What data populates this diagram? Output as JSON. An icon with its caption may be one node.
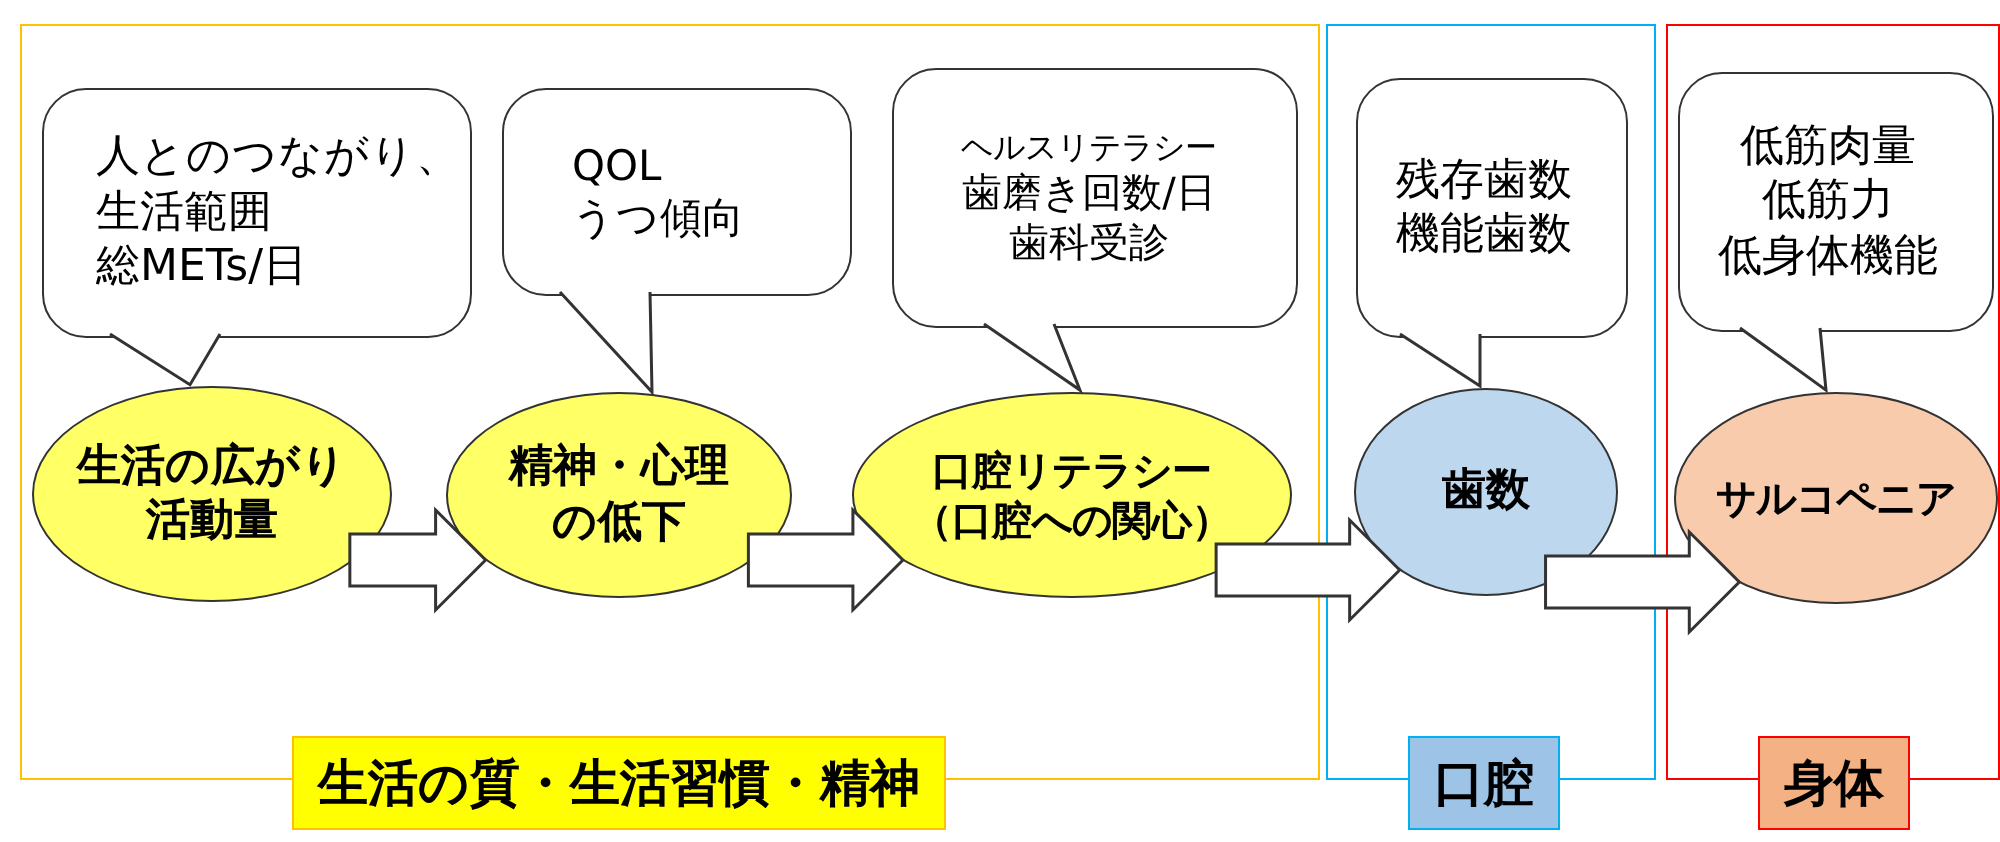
{
  "diagram": {
    "nodes": [
      {
        "text": [
          "生活の質・生活習慣・精神"
        ]
      },
      {
        "text": [
          "口腔"
        ]
      },
      {
        "text": [
          "身体"
        ]
      },
      {
        "text": [
          "人とのつながり、",
          "生活範囲",
          "総METs/日"
        ],
        "in": 0
      },
      {
        "text": [
          "生活の広がり",
          "活動量"
        ],
        "in": 0
      },
      {
        "text": [
          "QOL",
          "うつ傾向"
        ],
        "in": 0
      },
      {
        "text": [
          "精神・心理の低下"
        ],
        "in": 0
      },
      {
        "text": [
          "ヘルスリテラシー",
          "歯磨き回数/日",
          "歯科受診"
        ],
        "in": 0
      },
      {
        "text": [
          "口腔リテラシー（口腔への関心）"
        ],
        "in": 0
      },
      {
        "text": [
          "残存歯数",
          "機能歯数"
        ],
        "in": 1
      },
      {
        "text": [
          "歯数"
        ],
        "in": 1
      },
      {
        "text": [
          "低筋肉量",
          "低筋力",
          "低身体機能"
        ],
        "in": 2
      },
      {
        "text": [
          "サルコペニア"
        ],
        "in": 2
      }
    ],
    "edges": [
      {
        "from": 3,
        "to": 4,
        "arrow": "to"
      },
      {
        "from": 5,
        "to": 6,
        "arrow": "to"
      },
      {
        "from": 7,
        "to": 8,
        "arrow": "to"
      },
      {
        "from": 9,
        "to": 10,
        "arrow": "to"
      },
      {
        "from": 11,
        "to": 12,
        "arrow": "to"
      },
      {
        "from": 4,
        "to": 6,
        "arrow": "to"
      },
      {
        "from": 6,
        "to": 8,
        "arrow": "to"
      },
      {
        "from": 8,
        "to": 10,
        "arrow": "to"
      },
      {
        "from": 10,
        "to": 12,
        "arrow": "to"
      }
    ]
  }
}
